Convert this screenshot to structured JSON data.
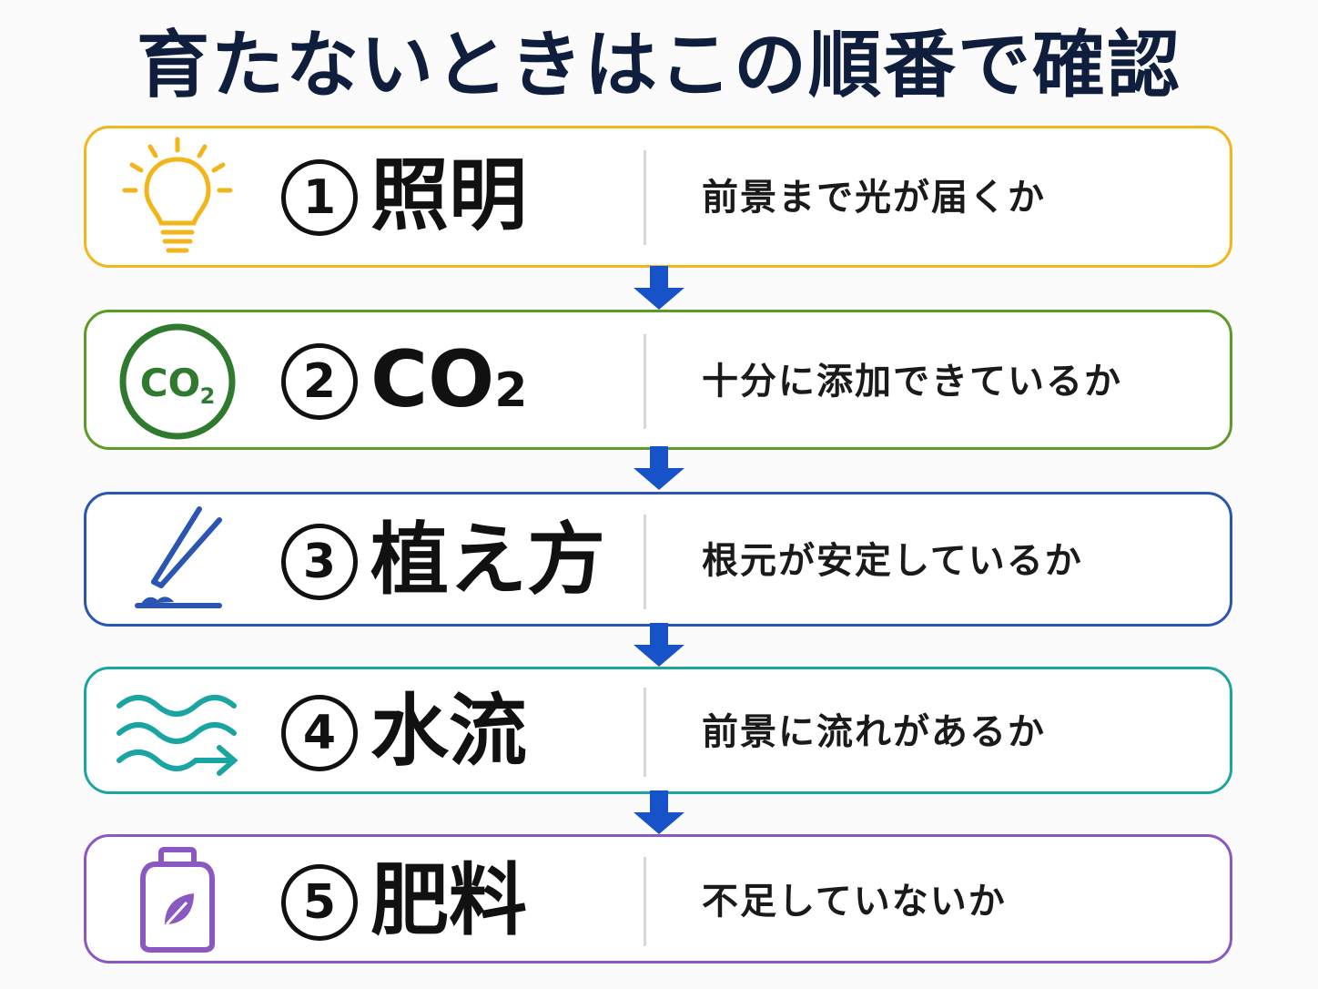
{
  "title": "育たないときはこの順番で確認",
  "steps": [
    {
      "number": "1",
      "label": "照明",
      "description": "前景まで光が届くか",
      "icon": "lightbulb-icon",
      "color": "#f2b61c"
    },
    {
      "number": "2",
      "label": "CO",
      "label_sub": "2",
      "description": "十分に添加できているか",
      "icon": "co2-icon",
      "icon_text": "CO",
      "icon_sub": "2",
      "color": "#5e9a28"
    },
    {
      "number": "3",
      "label": "植え方",
      "description": "根元が安定しているか",
      "icon": "tweezers-icon",
      "color": "#2a55b3"
    },
    {
      "number": "4",
      "label": "水流",
      "description": "前景に流れがあるか",
      "icon": "water-flow-icon",
      "color": "#1aa5a2"
    },
    {
      "number": "5",
      "label": "肥料",
      "description": "不足していないか",
      "icon": "fertilizer-bottle-icon",
      "color": "#8a58c0"
    }
  ],
  "arrow_color": "#1652c8"
}
